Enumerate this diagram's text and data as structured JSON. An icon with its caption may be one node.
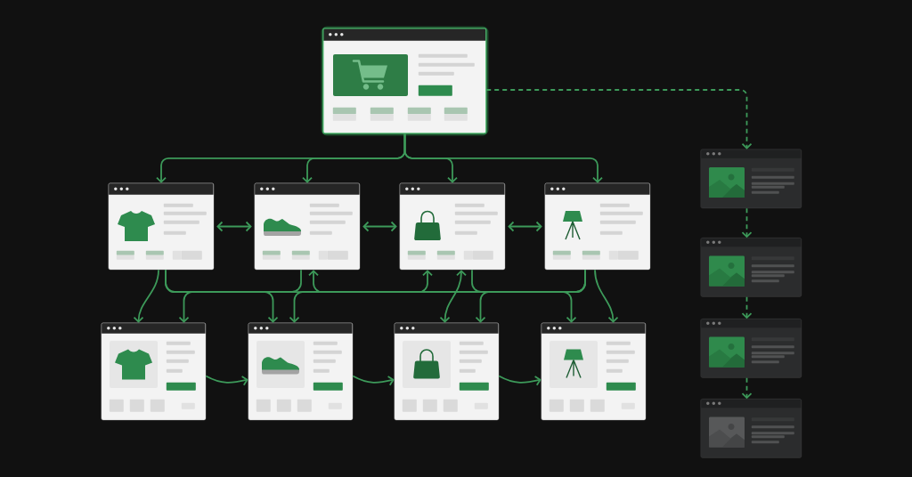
{
  "diagram": {
    "nodes": [
      {
        "text": [],
        "shape": "window"
      },
      {
        "text": [],
        "shape": "window"
      },
      {
        "text": [],
        "shape": "window"
      },
      {
        "text": [],
        "shape": "window"
      },
      {
        "text": [],
        "shape": "window"
      },
      {
        "text": [],
        "shape": "window"
      },
      {
        "text": [],
        "shape": "window"
      },
      {
        "text": [],
        "shape": "window"
      },
      {
        "text": [],
        "shape": "window"
      },
      {
        "text": [],
        "shape": "window"
      },
      {
        "text": [],
        "shape": "window"
      },
      {
        "text": [],
        "shape": "window"
      },
      {
        "text": [],
        "shape": "window"
      }
    ],
    "edges": [
      {
        "from": 0,
        "to": 1,
        "arrow": "to"
      },
      {
        "from": 0,
        "to": 2,
        "arrow": "to"
      },
      {
        "from": 0,
        "to": 3,
        "arrow": "to"
      },
      {
        "from": 0,
        "to": 4,
        "arrow": "to"
      },
      {
        "from": 1,
        "to": 2,
        "arrow": "both"
      },
      {
        "from": 2,
        "to": 3,
        "arrow": "both"
      },
      {
        "from": 3,
        "to": 4,
        "arrow": "both"
      },
      {
        "from": 1,
        "to": 5,
        "arrow": "to"
      },
      {
        "from": 1,
        "to": 6,
        "arrow": "to"
      },
      {
        "from": 1,
        "to": 3,
        "arrow": "to"
      },
      {
        "from": 2,
        "to": 5,
        "arrow": "to"
      },
      {
        "from": 4,
        "to": 2,
        "arrow": "to"
      },
      {
        "from": 4,
        "to": 6,
        "arrow": "to"
      },
      {
        "from": 3,
        "to": 7,
        "arrow": "both"
      },
      {
        "from": 4,
        "to": 7,
        "arrow": "to"
      },
      {
        "from": 4,
        "to": 8,
        "arrow": "to"
      },
      {
        "from": 3,
        "to": 8,
        "arrow": "to"
      },
      {
        "from": 5,
        "to": 6,
        "arrow": "to"
      },
      {
        "from": 6,
        "to": 7,
        "arrow": "to"
      },
      {
        "from": 7,
        "to": 8,
        "arrow": "to"
      },
      {
        "from": 0,
        "to": 9,
        "arrow": "to",
        "style": "dashed"
      },
      {
        "from": 9,
        "to": 10,
        "arrow": "to",
        "style": "dashed"
      },
      {
        "from": 10,
        "to": 11,
        "arrow": "to",
        "style": "dashed"
      },
      {
        "from": 11,
        "to": 12,
        "arrow": "to",
        "style": "dashed"
      }
    ]
  }
}
